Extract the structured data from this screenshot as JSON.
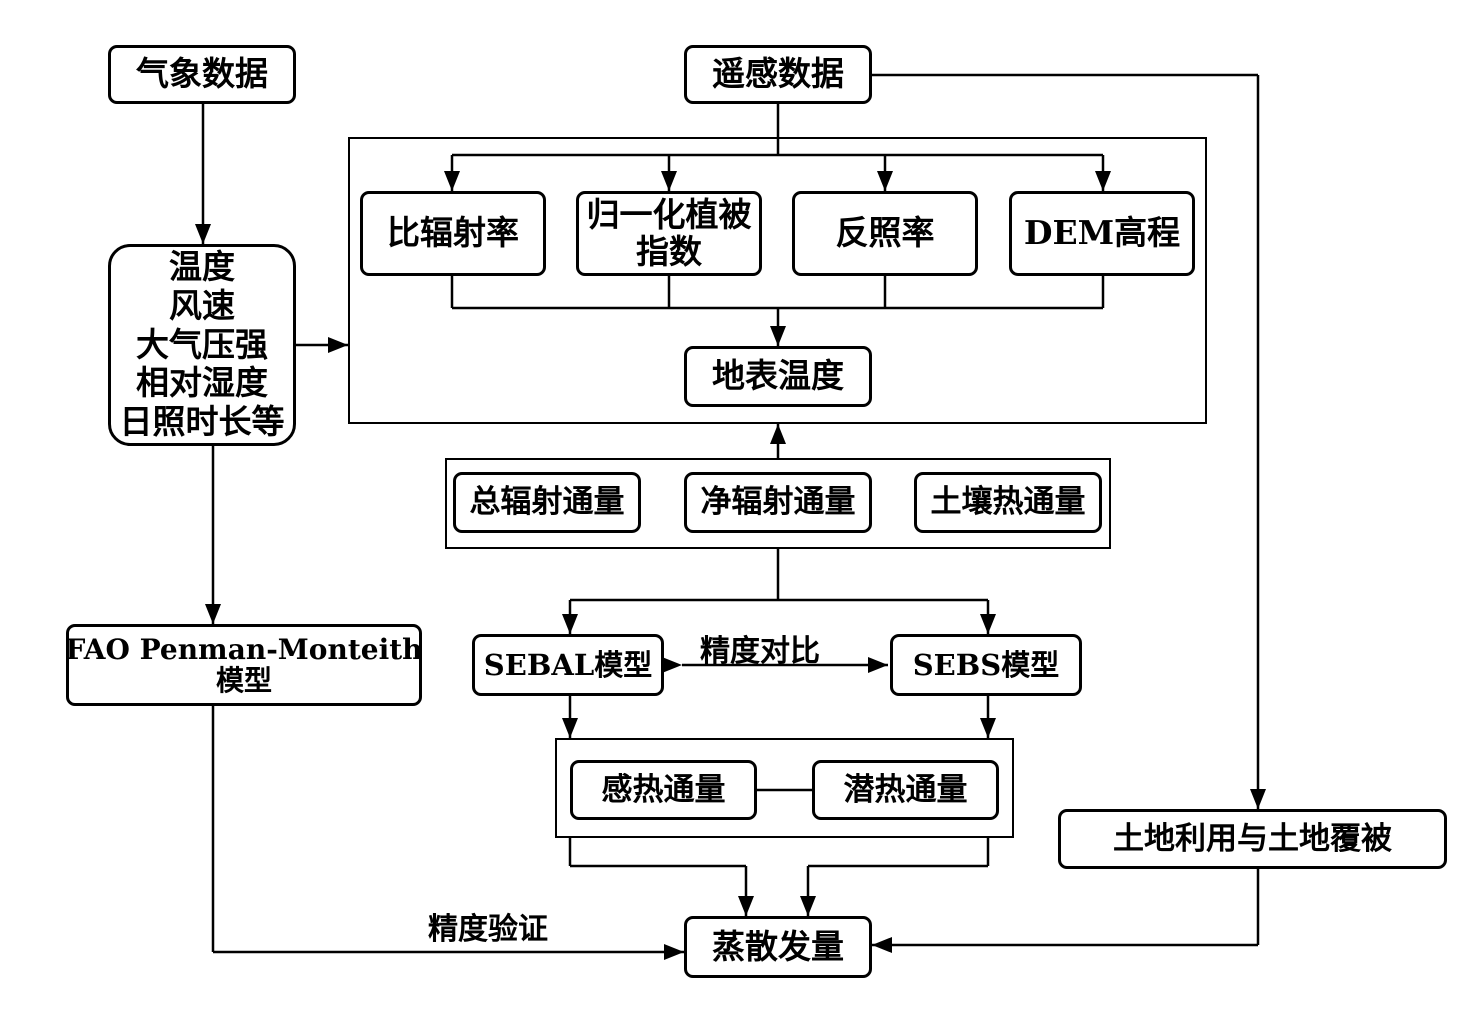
{
  "nodes": {
    "meteo_data": "气象数据",
    "rs_data": "遥感数据",
    "met_vars": [
      "温度",
      "风速",
      "大气压强",
      "相对湿度",
      "日照时长等"
    ],
    "emissivity": "比辐射率",
    "ndvi": [
      "归一化植被",
      "指数"
    ],
    "albedo": "反照率",
    "dem": "DEM高程",
    "lst": "地表温度",
    "total_rad": "总辐射通量",
    "net_rad": "净辐射通量",
    "soil_heat": "土壤热通量",
    "fao": [
      "FAO Penman-Monteith",
      "模型"
    ],
    "sebal": "SEBAL模型",
    "sebs": "SEBS模型",
    "sensible": "感热通量",
    "latent": "潜热通量",
    "landuse": "土地利用与土地覆被",
    "et": "蒸散发量"
  },
  "labels": {
    "compare": "精度对比",
    "validate": "精度验证"
  }
}
